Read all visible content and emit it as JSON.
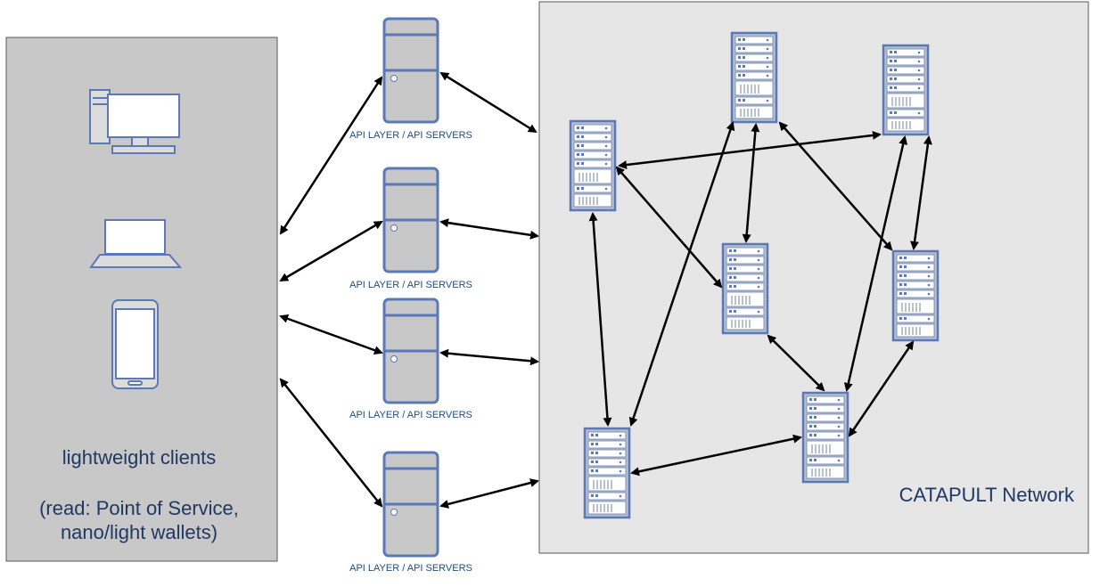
{
  "clients": {
    "title": "lightweight clients",
    "note_line1": "(read: Point of Service,",
    "note_line2": "nano/light wallets)",
    "devices": [
      {
        "name": "desktop-computer",
        "icon": "desktop-icon"
      },
      {
        "name": "laptop",
        "icon": "laptop-icon"
      },
      {
        "name": "smartphone",
        "icon": "smartphone-icon"
      }
    ]
  },
  "api_servers": [
    {
      "label": "API LAYER / API SERVERS"
    },
    {
      "label": "API LAYER / API SERVERS"
    },
    {
      "label": "API LAYER / API SERVERS"
    },
    {
      "label": "API LAYER / API SERVERS"
    }
  ],
  "network": {
    "label": "CATAPULT Network",
    "node_icon": "rack-server-icon",
    "node_count": 7
  },
  "colors": {
    "icon_stroke": "#5b78b8",
    "icon_fill": "#c8c8c8",
    "client_panel": "#c8c8c8",
    "network_panel": "#e6e6e6",
    "arrow": "#000000",
    "text": "#1f3864"
  }
}
